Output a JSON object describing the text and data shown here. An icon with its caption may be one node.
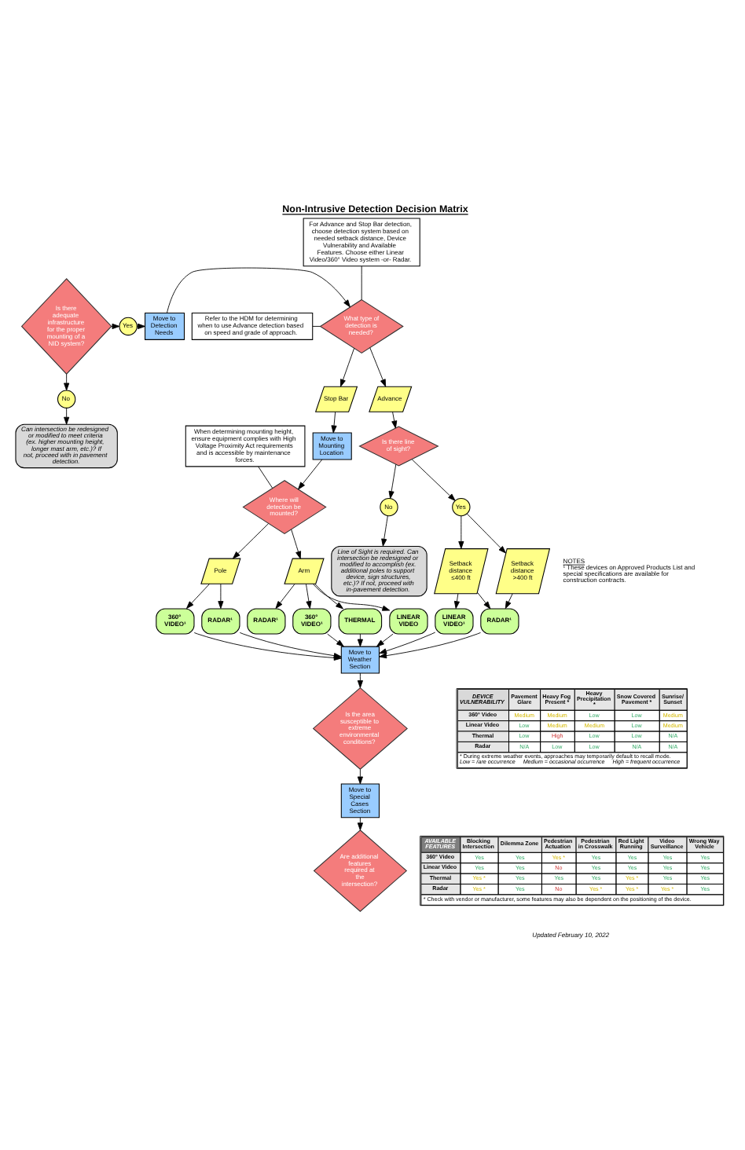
{
  "diagram": {
    "title": "Non-Intrusive Detection Decision Matrix",
    "nodes": [
      {
        "text": [
          "Is there adequate infrastructure for the proper mounting of a NID system?"
        ]
      },
      {
        "text": [
          "Yes"
        ]
      },
      {
        "text": [
          "Move to Detection Needs"
        ]
      },
      {
        "text": [
          "What type of detection is needed?"
        ]
      },
      {
        "text": [
          "Refer to the HDM for determining when to use Advance detection based on speed and grade of approach."
        ]
      },
      {
        "text": [
          "No"
        ]
      },
      {
        "text": [
          "Can intersection be redesigned or modified to meet criteria (ex. higher mounting height, longer mast arm, etc.)? If not, proceed with in pavement detection."
        ]
      },
      {
        "text": [
          "For Advance and Stop Bar detection, choose detection system based on needed setback distance, Device Vulnerability and Available Features. Choose either Linear Video/360° Video system -or- Radar."
        ]
      },
      {
        "text": [
          "Advance"
        ]
      },
      {
        "text": [
          "Stop Bar"
        ]
      },
      {
        "text": [
          "Move to Mounting Location"
        ]
      },
      {
        "text": [
          "Is there line of sight?"
        ]
      },
      {
        "text": [
          "When determining mounting height, ensure equipment complies with High Voltage Proximity Act requirements and is accessible by maintenance forces."
        ]
      },
      {
        "text": [
          "Where will detection be mounted?"
        ]
      },
      {
        "text": [
          "No"
        ]
      },
      {
        "text": [
          "Yes"
        ]
      },
      {
        "text": [
          "Line of Sight is required. Can intersection be redesigned or modified to accomplish (ex. additional poles to support device, sign structures, etc.)? If not, proceed with in-pavement detection."
        ]
      },
      {
        "text": [
          "Setback distance ≤400 ft"
        ]
      },
      {
        "text": [
          "Setback distance >400 ft"
        ]
      },
      {
        "text": [
          "Pole"
        ]
      },
      {
        "text": [
          "Arm"
        ]
      },
      {
        "text": [
          "LINEAR VIDEO¹"
        ]
      },
      {
        "text": [
          "RADAR¹"
        ]
      },
      {
        "text": [
          "360° VIDEO¹"
        ]
      },
      {
        "text": [
          "RADAR¹"
        ]
      },
      {
        "text": [
          "RADAR¹"
        ]
      },
      {
        "text": [
          "360° VIDEO¹"
        ]
      },
      {
        "text": [
          "THERMAL"
        ]
      },
      {
        "text": [
          "LINEAR VIDEO"
        ]
      },
      {
        "text": [
          "Move to Weather Section"
        ]
      },
      {
        "text": [
          "Is the area susceptible to extreme environmental conditions?"
        ]
      },
      {
        "text": [
          "Move to Special Cases Section"
        ]
      },
      {
        "text": [
          "Are additional features required at the intersection?"
        ]
      }
    ],
    "edges": [
      {
        "from": 0,
        "to": 1,
        "arrow": "to"
      },
      {
        "from": 1,
        "to": 2,
        "arrow": "to"
      },
      {
        "from": 2,
        "to": 3,
        "arrow": "to"
      },
      {
        "from": 4,
        "to": 3,
        "arrow": "none"
      },
      {
        "from": 0,
        "to": 5,
        "arrow": "to"
      },
      {
        "from": 5,
        "to": 6,
        "arrow": "to"
      },
      {
        "from": 7,
        "to": 3,
        "arrow": "none"
      },
      {
        "from": 3,
        "to": 8,
        "arrow": "to"
      },
      {
        "from": 3,
        "to": 9,
        "arrow": "to"
      },
      {
        "from": 8,
        "to": 11,
        "arrow": "to"
      },
      {
        "from": 9,
        "to": 10,
        "arrow": "to"
      },
      {
        "from": 12,
        "to": 13,
        "arrow": "none"
      },
      {
        "from": 10,
        "to": 13,
        "arrow": "to"
      },
      {
        "from": 11,
        "to": 14,
        "arrow": "to"
      },
      {
        "from": 11,
        "to": 15,
        "arrow": "to"
      },
      {
        "from": 14,
        "to": 16,
        "arrow": "to"
      },
      {
        "from": 15,
        "to": 17,
        "arrow": "to"
      },
      {
        "from": 15,
        "to": 18,
        "arrow": "to"
      },
      {
        "from": 17,
        "to": 21,
        "arrow": "to"
      },
      {
        "from": 17,
        "to": 22,
        "arrow": "to"
      },
      {
        "from": 18,
        "to": 22,
        "arrow": "to"
      },
      {
        "from": 13,
        "to": 19,
        "arrow": "to"
      },
      {
        "from": 13,
        "to": 20,
        "arrow": "to"
      },
      {
        "from": 19,
        "to": 23,
        "arrow": "to"
      },
      {
        "from": 19,
        "to": 24,
        "arrow": "to"
      },
      {
        "from": 20,
        "to": 25,
        "arrow": "to"
      },
      {
        "from": 20,
        "to": 26,
        "arrow": "to"
      },
      {
        "from": 20,
        "to": 27,
        "arrow": "to"
      },
      {
        "from": 20,
        "to": 28,
        "arrow": "to"
      },
      {
        "from": 21,
        "to": 29,
        "arrow": "to"
      },
      {
        "from": 22,
        "to": 29,
        "arrow": "to"
      },
      {
        "from": 23,
        "to": 29,
        "arrow": "to"
      },
      {
        "from": 24,
        "to": 29,
        "arrow": "to"
      },
      {
        "from": 26,
        "to": 29,
        "arrow": "to"
      },
      {
        "from": 27,
        "to": 29,
        "arrow": "to"
      },
      {
        "from": 28,
        "to": 29,
        "arrow": "to"
      },
      {
        "from": 29,
        "to": 30,
        "arrow": "to"
      },
      {
        "from": 30,
        "to": 31,
        "arrow": "to"
      },
      {
        "from": 31,
        "to": 32,
        "arrow": "to"
      }
    ],
    "labels": [
      "NOTES",
      "¹ These devices on Approved Products List and special specifications are available for construction contracts.",
      "DEVICE VULNERABILITY",
      "Pavement Glare",
      "Heavy Fog Present *",
      "Heavy Precipitation *",
      "Snow Covered Pavement *",
      "Sunrise/ Sunset",
      "360° Video",
      "Medium",
      "Medium",
      "Low",
      "Low",
      "Medium",
      "Linear Video",
      "Low",
      "Medium",
      "Medium",
      "Low",
      "Medium",
      "Thermal",
      "Low",
      "High",
      "Low",
      "Low",
      "N/A",
      "Radar",
      "N/A",
      "Low",
      "Low",
      "N/A",
      "N/A",
      "* During extreme weather events, approaches may temporarily default to recall mode.",
      "Low = rare occurrence",
      "Medium = occasional occurrence",
      "High = frequent occurrence",
      "AVAILABLE FEATURES",
      "Blocking Intersection",
      "Dilemma Zone",
      "Pedestrian Actuation",
      "Pedestrian in Crosswalk",
      "Red Light Running",
      "Video Surveillance",
      "Wrong Way Vehicle",
      "360° Video",
      "Yes",
      "Yes",
      "Yes *",
      "Yes",
      "Yes",
      "Yes",
      "Yes",
      "Linear Video",
      "Yes",
      "Yes",
      "No",
      "Yes",
      "Yes",
      "Yes",
      "Yes",
      "Thermal",
      "Yes *",
      "Yes",
      "Yes",
      "Yes",
      "Yes *",
      "Yes",
      "Yes",
      "Radar",
      "Yes *",
      "Yes",
      "No",
      "Yes *",
      "Yes *",
      "Yes *",
      "Yes",
      "* Check with vendor or manufacturer, some features may also be dependent on the positioning of the device.",
      "Updated February 10, 2022"
    ]
  }
}
